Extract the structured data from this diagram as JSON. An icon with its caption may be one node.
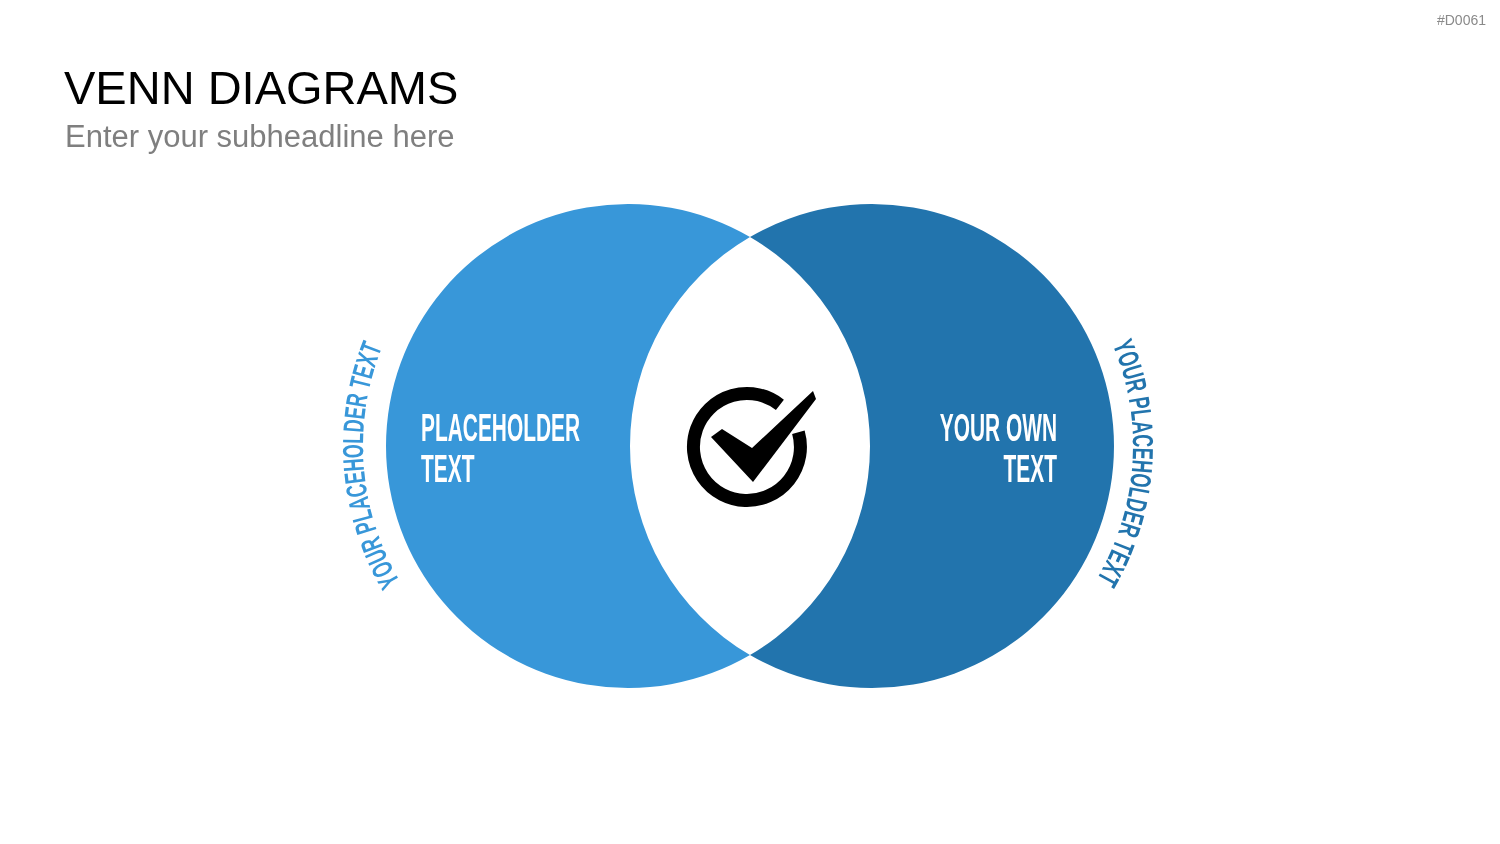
{
  "diagram": {
    "title": "VENN DIAGRAMS",
    "nodes": [
      {
        "text": [
          "PLACEHOLDER TEXT"
        ],
        "beside": [
          "YOUR PLACEHOLDER TEXT"
        ]
      },
      {
        "text": [
          "YOUR OWN TEXT"
        ],
        "beside": [
          "YOUR PLACEHOLDER TEXT"
        ]
      }
    ],
    "labels": [
      "#D0061",
      "Enter your subheadline here"
    ]
  }
}
